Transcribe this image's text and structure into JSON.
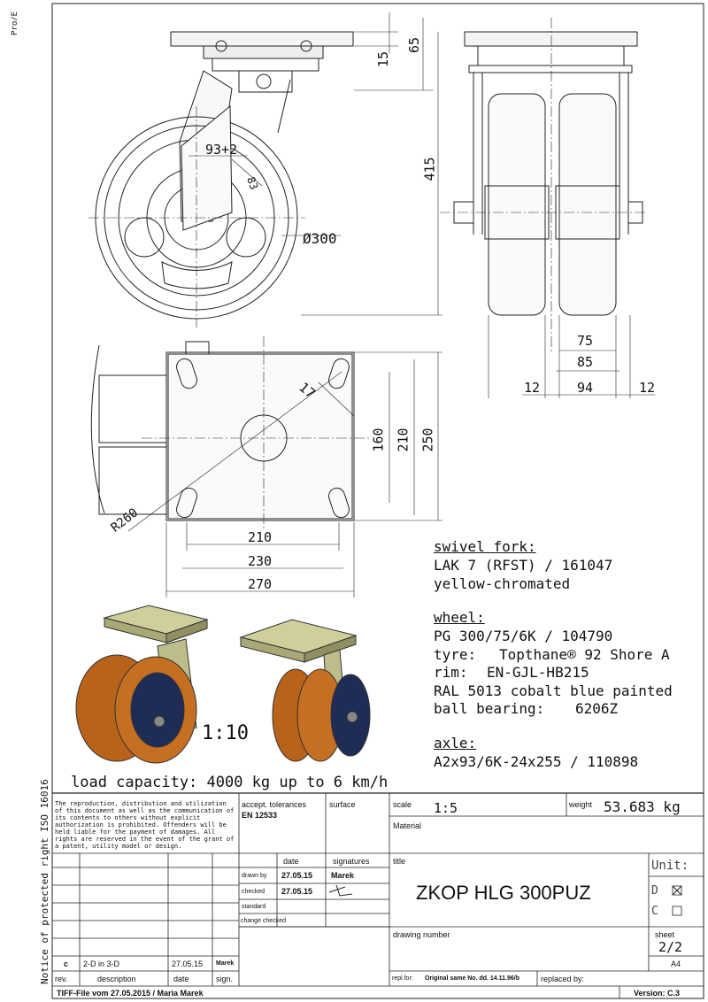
{
  "side_label_top": "Pro/E",
  "side_label_bottom": "Notice of protected right ISO 16016",
  "dimensions": {
    "d15": "15",
    "d65": "65",
    "d415": "415",
    "d93": "93+2",
    "d83": "83",
    "d300": "Ø300",
    "d75": "75",
    "d85": "85",
    "d12a": "12",
    "d94": "94",
    "d12b": "12",
    "d17": "17",
    "d160": "160",
    "d210v": "210",
    "d250": "250",
    "d210h": "210",
    "d230": "230",
    "d270": "270",
    "r260": "R260"
  },
  "scale_label": "1:10",
  "swivel_fork": {
    "heading": "swivel fork:",
    "line1": "LAK 7 (RFST) / 161047",
    "line2": "yellow-chromated"
  },
  "wheel": {
    "heading": "wheel:",
    "line1": "PG 300/75/6K / 104790",
    "tyre_label": "tyre:",
    "tyre_value": "Topthane® 92 Shore A",
    "rim_label": "rim:",
    "rim_value": "EN-GJL-HB215",
    "line4": "RAL 5013 cobalt blue painted",
    "bearing_label": "ball bearing:",
    "bearing_value": "6206Z"
  },
  "axle": {
    "heading": "axle:",
    "line1": "A2x93/6K-24x255 / 110898"
  },
  "load_capacity": "load capacity: 4000 kg up to 6 km/h",
  "title_block": {
    "notice": "The reproduction, distribution and utilization of this document as well as the communication of its contents to others without explicit authorization is prohibited. Offenders will be held liable for the payment of damages. All rights are reserved in the event of the grant of a patent, utility model or design.",
    "accept_label": "accept. tolerances",
    "accept_value": "EN 12533",
    "surface_label": "surface",
    "scale_label": "scale",
    "scale_value": "1:5",
    "weight_label": "weight",
    "weight_value": "53.683 kg",
    "material_label": "Material",
    "date_header": "date",
    "signatures_header": "signatures",
    "drawn_by_label": "drawn by",
    "drawn_by_date": "27.05.15",
    "drawn_by_sig": "Marek",
    "checked_label": "checked",
    "checked_date": "27.05.15",
    "standard_label": "standard",
    "change_checked_label": "change checked",
    "title_label": "title",
    "title_value": "ZKOP HLG 300PUZ",
    "unit_label": "Unit:",
    "unit_d": "D",
    "unit_c": "C",
    "drawing_number_label": "drawing number",
    "sheet_label": "sheet",
    "sheet_value": "2/2",
    "sheet_format": "A4",
    "rev_value": "c",
    "desc_value": "2-D in 3-D",
    "rev_date_value": "27.05.15",
    "rev_sign_value": "Marek",
    "rev_header": "rev.",
    "desc_header": "description",
    "revdate_header": "date",
    "sign_header": "sign.",
    "repl_for_label": "repl.for:",
    "repl_for_value": "Original same No. dd. 14.11.96/b",
    "replaced_by_label": "replaced by:",
    "tiff_note": "TIFF-File vom 27.05.2015 / Maria Marek",
    "version_label": "Version: C.3"
  }
}
